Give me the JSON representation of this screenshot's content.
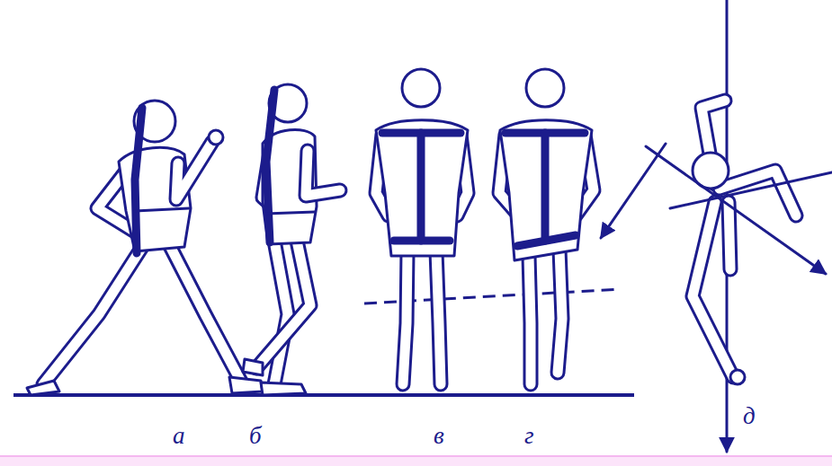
{
  "diagram": {
    "labels": [
      "а",
      "б",
      "в",
      "г",
      "д"
    ]
  }
}
